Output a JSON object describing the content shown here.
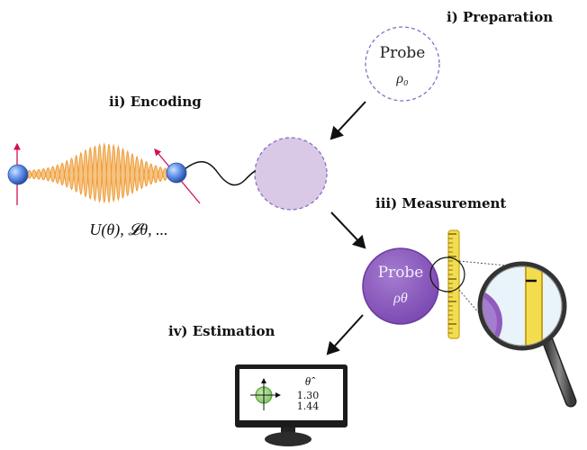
{
  "stages": {
    "preparation": "i) Preparation",
    "encoding": "ii) Encoding",
    "measurement": "iii) Measurement",
    "estimation": "iv) Estimation"
  },
  "probe_initial": {
    "label": "Probe",
    "state": "ρ₀"
  },
  "probe_final": {
    "label": "Probe",
    "state": "ρθ"
  },
  "encoding_formula": "U(θ), 𝓛θ, ...",
  "monitor": {
    "estimator": "θ̂",
    "values": [
      "1.30",
      "1.44"
    ]
  },
  "colors": {
    "probe_dashed": "#8a6fc2",
    "probe_fill_light": "#d9c9e6",
    "probe_fill_dark": "#8f5bbf",
    "wave": "#f4b25a",
    "ruler": "#f3dd4e",
    "spin_arrow": "#d2114e",
    "atom": "#4f86e0"
  }
}
